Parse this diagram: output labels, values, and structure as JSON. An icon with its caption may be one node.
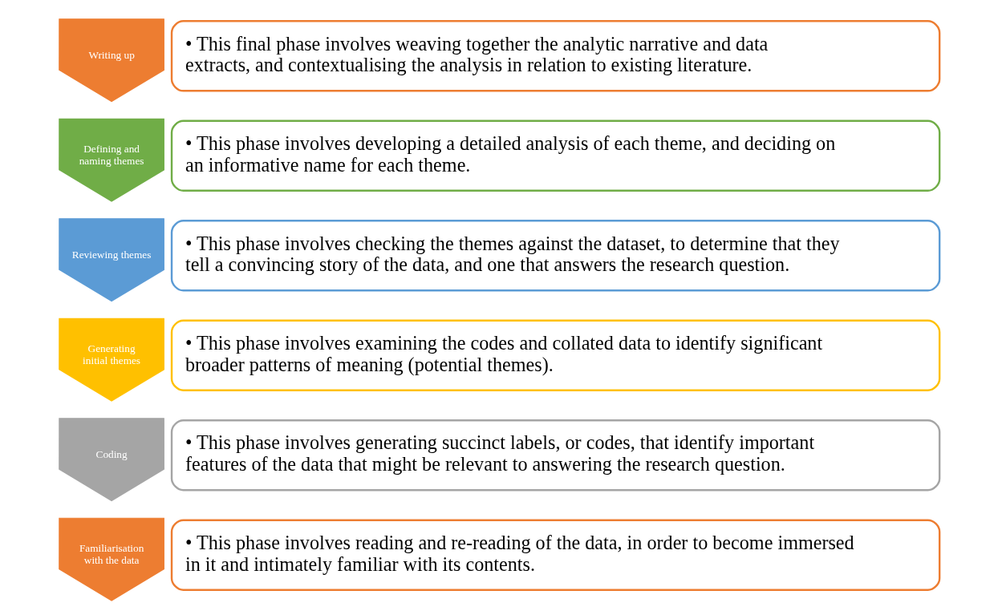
{
  "diagram": {
    "nodes": [
      {
        "text": [
          "Familiarisation with the data"
        ]
      },
      {
        "text": [
          "• This phase involves reading and re-reading of the data, in order to become immersed in it and intimately familiar with its contents."
        ]
      },
      {
        "text": [
          "Coding"
        ]
      },
      {
        "text": [
          "• This phase involves generating succinct labels, or codes, that identify important features of the data that might be relevant to answering the research question."
        ]
      },
      {
        "text": [
          "Generating initial themes"
        ]
      },
      {
        "text": [
          "• This phase involves examining the codes and collated data to identify significant broader patterns of meaning (potential themes)."
        ]
      },
      {
        "text": [
          "Reviewing themes"
        ]
      },
      {
        "text": [
          "• This phase involves checking the themes against the dataset, to determine that they tell a convincing story of the data, and one that answers the research question."
        ]
      },
      {
        "text": [
          "Defining and naming themes"
        ]
      },
      {
        "text": [
          "• This phase involves developing a detailed analysis of each theme, and deciding on an informative name for each theme."
        ]
      },
      {
        "text": [
          "Writing up"
        ]
      },
      {
        "text": [
          "• This final phase involves weaving together the analytic narrative and data extracts, and contextualising the analysis in relation to existing literature."
        ]
      }
    ],
    "edges": []
  }
}
